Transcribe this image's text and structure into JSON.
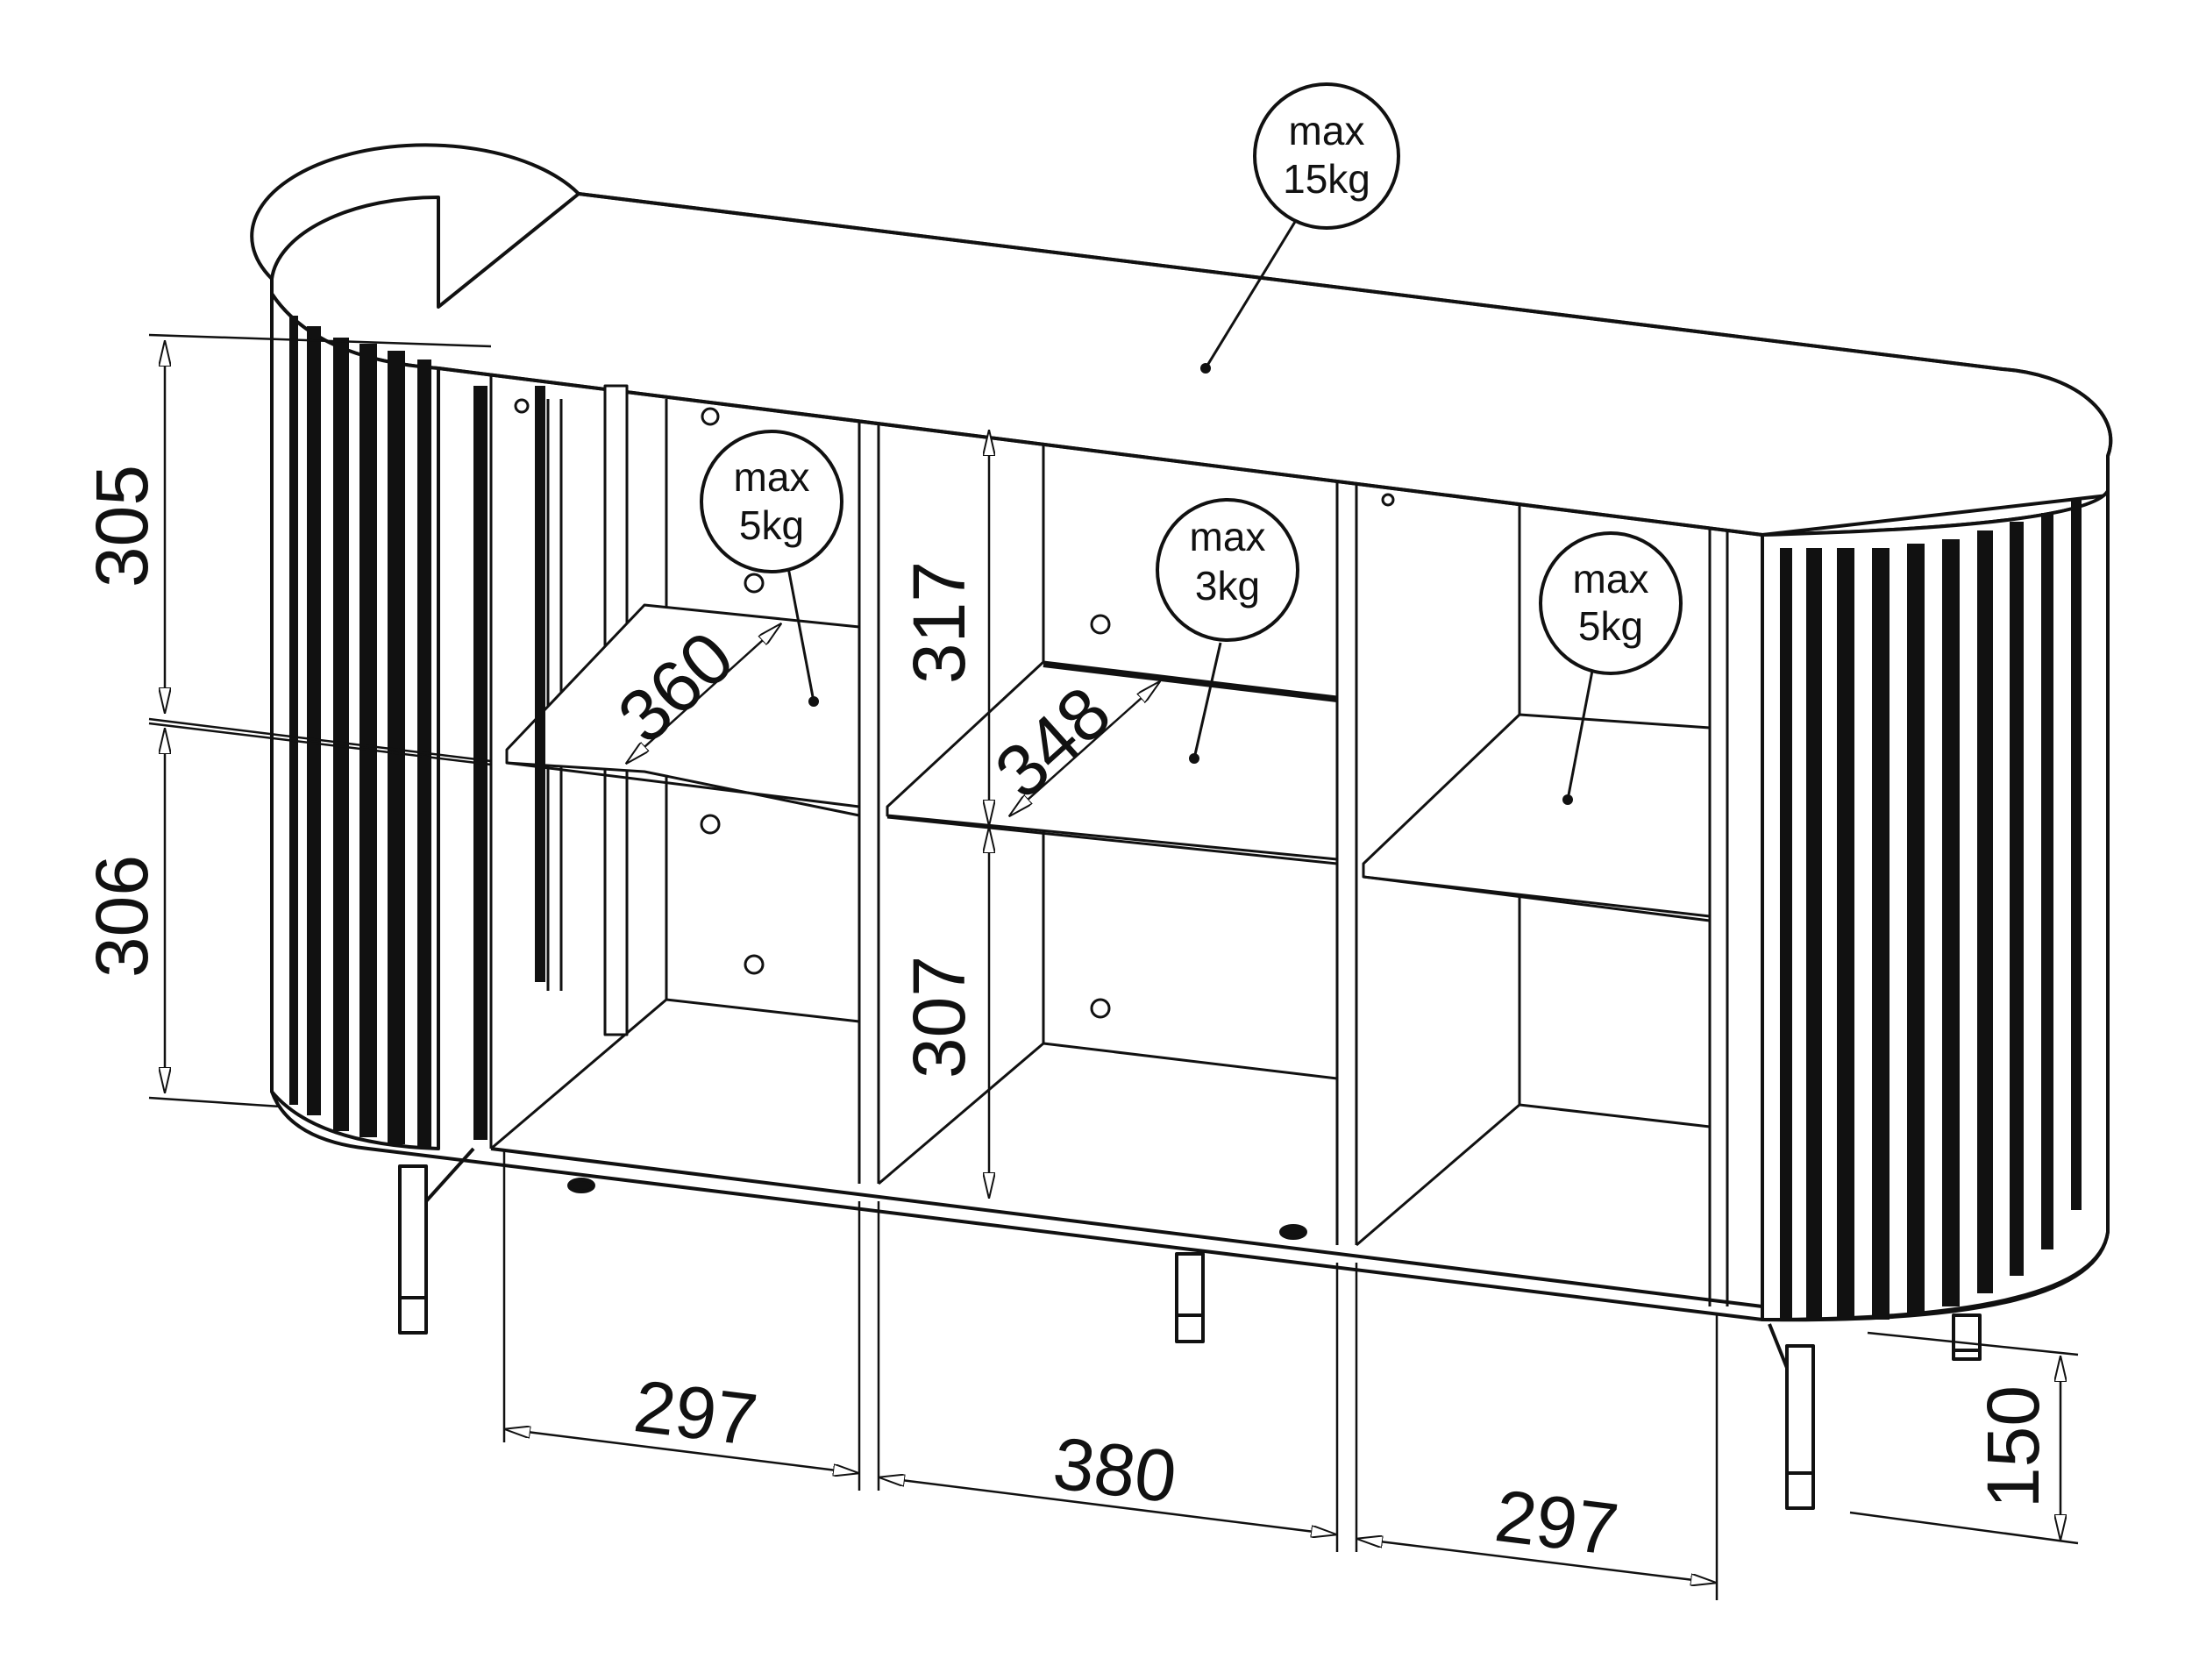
{
  "load_labels": {
    "top": {
      "line1": "max",
      "line2": "15kg"
    },
    "left": {
      "line1": "max",
      "line2": "5kg"
    },
    "mid": {
      "line1": "max",
      "line2": "3kg"
    },
    "right": {
      "line1": "max",
      "line2": "5kg"
    }
  },
  "dimensions": {
    "upper_height": "305",
    "lower_height": "306",
    "mid_upper_height": "317",
    "mid_lower_height": "307",
    "left_shelf_depth": "360",
    "mid_shelf_depth": "348",
    "left_width": "297",
    "mid_width": "380",
    "right_width": "297",
    "leg_height": "150"
  }
}
